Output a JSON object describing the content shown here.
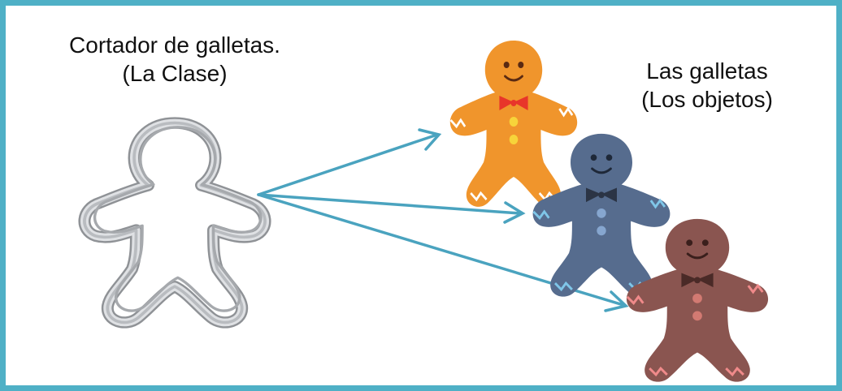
{
  "diagram": {
    "class_label": {
      "line1": "Cortador de galletas.",
      "line2": "(La Clase)"
    },
    "objects_label": {
      "line1": "Las galletas",
      "line2": "(Los objetos)"
    },
    "colors": {
      "frame": "#4fb0c6",
      "arrow": "#4aa3bf",
      "cutter": "#b9bcc0",
      "cookie_orange": "#f0952c",
      "cookie_blue": "#566c8e",
      "cookie_brown": "#8a5550"
    },
    "icons": [
      "cookie-cutter-icon",
      "gingerbread-orange-icon",
      "gingerbread-blue-icon",
      "gingerbread-brown-icon"
    ]
  }
}
